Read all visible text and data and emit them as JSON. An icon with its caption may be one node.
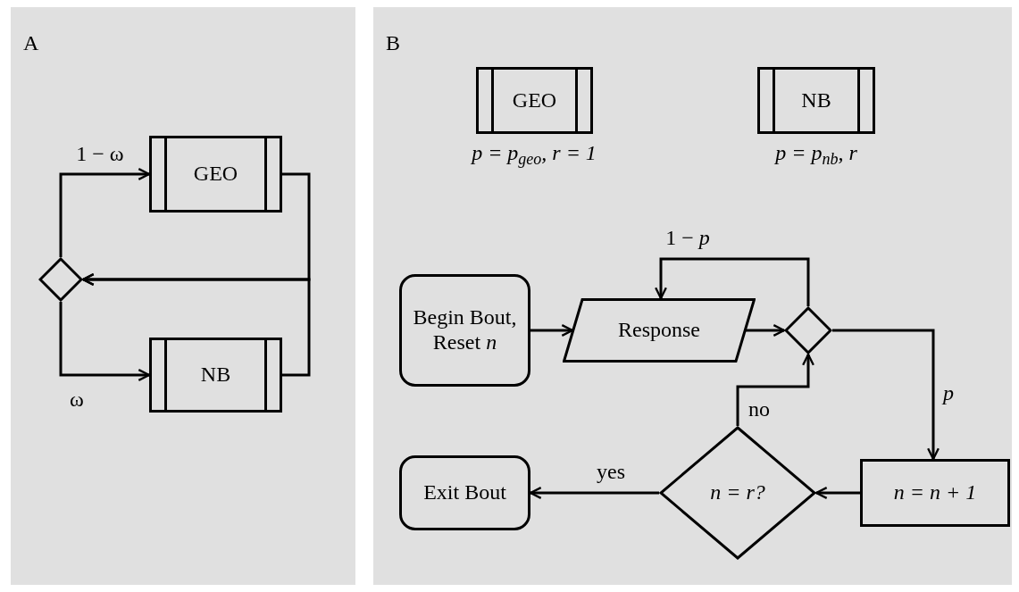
{
  "diagram": {
    "nodes": [
      {
        "text": [
          "A"
        ]
      },
      {
        "text": [],
        "shape": "diamond",
        "in": 0
      },
      {
        "text": [
          "GEO"
        ],
        "in": 0
      },
      {
        "text": [
          "NB"
        ],
        "in": 0
      },
      {
        "text": [
          "B"
        ]
      },
      {
        "text": [
          "GEO"
        ],
        "beside": [
          "p = p$_{geo}$, r = 1"
        ],
        "in": 4
      },
      {
        "text": [
          "NB"
        ],
        "beside": [
          "p = p$_{nb}$, r"
        ],
        "in": 4
      },
      {
        "text": [
          "Begin Bout, Reset *n*"
        ],
        "in": 4
      },
      {
        "text": [
          "Response"
        ],
        "in": 4
      },
      {
        "text": [],
        "shape": "diamond",
        "in": 4
      },
      {
        "text": [
          "n = n + 1"
        ],
        "in": 4
      },
      {
        "text": [
          "n = r?"
        ],
        "in": 4
      },
      {
        "text": [
          "Exit Bout"
        ],
        "in": 4
      }
    ],
    "edges": [
      {
        "from": 1,
        "to": 2,
        "arrow": "to",
        "label": "1 − ω"
      },
      {
        "from": 1,
        "to": 3,
        "arrow": "to",
        "label": "ω"
      },
      {
        "from": 2,
        "to": 1,
        "arrow": "to"
      },
      {
        "from": 3,
        "to": 1,
        "arrow": "to"
      },
      {
        "from": 7,
        "to": 8,
        "arrow": "to"
      },
      {
        "from": 8,
        "to": 9,
        "arrow": "to"
      },
      {
        "from": 9,
        "to": 8,
        "arrow": "to",
        "label": "1 − *p*"
      },
      {
        "from": 9,
        "to": 10,
        "arrow": "to",
        "label": "*p*"
      },
      {
        "from": 10,
        "to": 11,
        "arrow": "to"
      },
      {
        "from": 11,
        "to": 12,
        "arrow": "to",
        "label": "yes"
      },
      {
        "from": 11,
        "to": 9,
        "arrow": "to",
        "label": "no"
      }
    ]
  }
}
